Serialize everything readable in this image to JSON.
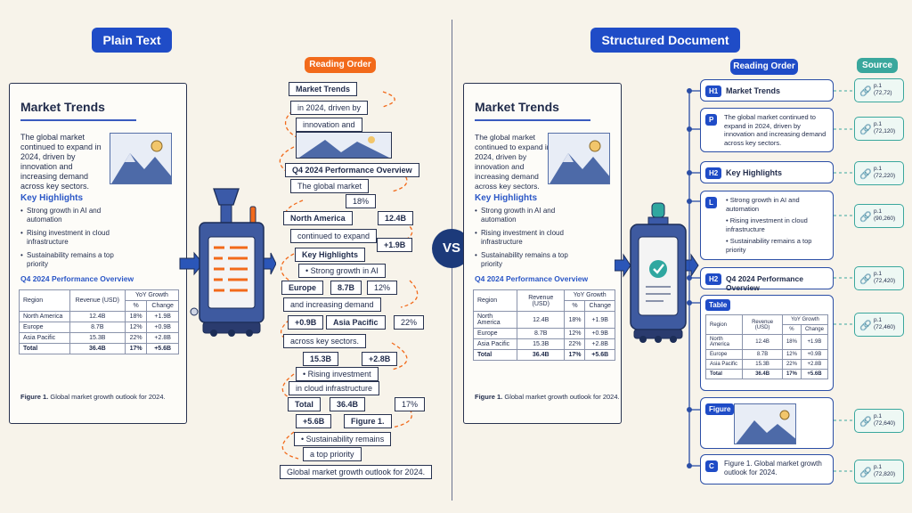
{
  "headers": {
    "left": "Plain Text",
    "right": "Structured Document",
    "vs": "VS"
  },
  "badges": {
    "reading_order_left": "Reading Order",
    "reading_order_right": "Reading Order",
    "source": "Source"
  },
  "doc": {
    "title": "Market Trends",
    "paragraph": "The global market continued to expand in 2024, driven by innovation and increasing demand across key sectors.",
    "key_highlights": "Key Highlights",
    "bullets": [
      "Strong growth in AI and automation",
      "Rising investment in cloud infrastructure",
      "Sustainability remains a top priority"
    ],
    "table_title": "Q4 2024 Performance Overview",
    "table": {
      "h_region": "Region",
      "h_revenue": "Revenue (USD)",
      "h_yoy": "YoY Growth",
      "h_pct": "%",
      "h_change": "Change",
      "rows": [
        [
          "North America",
          "12.4B",
          "18%",
          "+1.9B"
        ],
        [
          "Europe",
          "8.7B",
          "12%",
          "+0.9B"
        ],
        [
          "Asia Pacific",
          "15.3B",
          "22%",
          "+2.8B"
        ],
        [
          "Total",
          "36.4B",
          "17%",
          "+5.6B"
        ]
      ]
    },
    "figure_label": "Figure 1.",
    "figure_caption": "Global market growth outlook for 2024."
  },
  "fragments": [
    "Market Trends",
    "in 2024, driven by",
    "innovation and",
    "Q4 2024 Performance Overview",
    "The global market",
    "18%",
    "North America",
    "12.4B",
    "continued to expand",
    "+1.9B",
    "Key Highlights",
    "• Strong growth in AI",
    "Europe",
    "8.7B",
    "12%",
    "and increasing demand",
    "+0.9B",
    "Asia Pacific",
    "22%",
    "across key sectors.",
    "15.3B",
    "+2.8B",
    "• Rising investment",
    "in cloud infrastructure",
    "Total",
    "36.4B",
    "17%",
    "+5.6B",
    "Figure 1.",
    "• Sustainability remains",
    "a top priority",
    "Global market growth outlook for 2024."
  ],
  "structured": {
    "h1": {
      "tag": "H1",
      "text": "Market Trends"
    },
    "p": {
      "tag": "P",
      "text": "The global market continued to expand in 2024, driven by innovation and increasing demand across key sectors."
    },
    "h2a": {
      "tag": "H2",
      "text": "Key Highlights"
    },
    "list": {
      "tag": "L",
      "items": [
        "Strong growth in AI and automation",
        "Rising investment in cloud infrastructure",
        "Sustainability remains a top priority"
      ]
    },
    "h2b": {
      "tag": "H2",
      "text": "Q4 2024 Performance Overview"
    },
    "table_tag": "Table",
    "table": {
      "h_region": "Region",
      "h_revenue": "Revenue (USD)",
      "h_yoy": "YoY Growth",
      "h_pct": "%",
      "h_change": "Change",
      "rows": [
        [
          "North America",
          "12.4B",
          "18%",
          "+1.9B"
        ],
        [
          "Europe",
          "8.7B",
          "12%",
          "+0.9B"
        ],
        [
          "Asia Pacific",
          "15.3B",
          "22%",
          "+2.8B"
        ],
        [
          "Total",
          "36.4B",
          "17%",
          "+5.6B"
        ]
      ]
    },
    "figure_tag": "Figure",
    "caption": {
      "tag": "C",
      "text": "Figure 1. Global market growth outlook for 2024."
    }
  },
  "sources": [
    {
      "page": "p.1",
      "coords": "(72,72)"
    },
    {
      "page": "p.1",
      "coords": "(72,120)"
    },
    {
      "page": "p.1",
      "coords": "(72,220)"
    },
    {
      "page": "p.1",
      "coords": "(90,260)"
    },
    {
      "page": "p.1",
      "coords": "(72,420)"
    },
    {
      "page": "p.1",
      "coords": "(72,460)"
    },
    {
      "page": "p.1",
      "coords": "(72,640)"
    },
    {
      "page": "p.1",
      "coords": "(72,820)"
    }
  ],
  "colors": {
    "blue": "#1f4cc7",
    "orange": "#f26a1b",
    "teal": "#3aa79d",
    "ink": "#1f2a4a"
  }
}
